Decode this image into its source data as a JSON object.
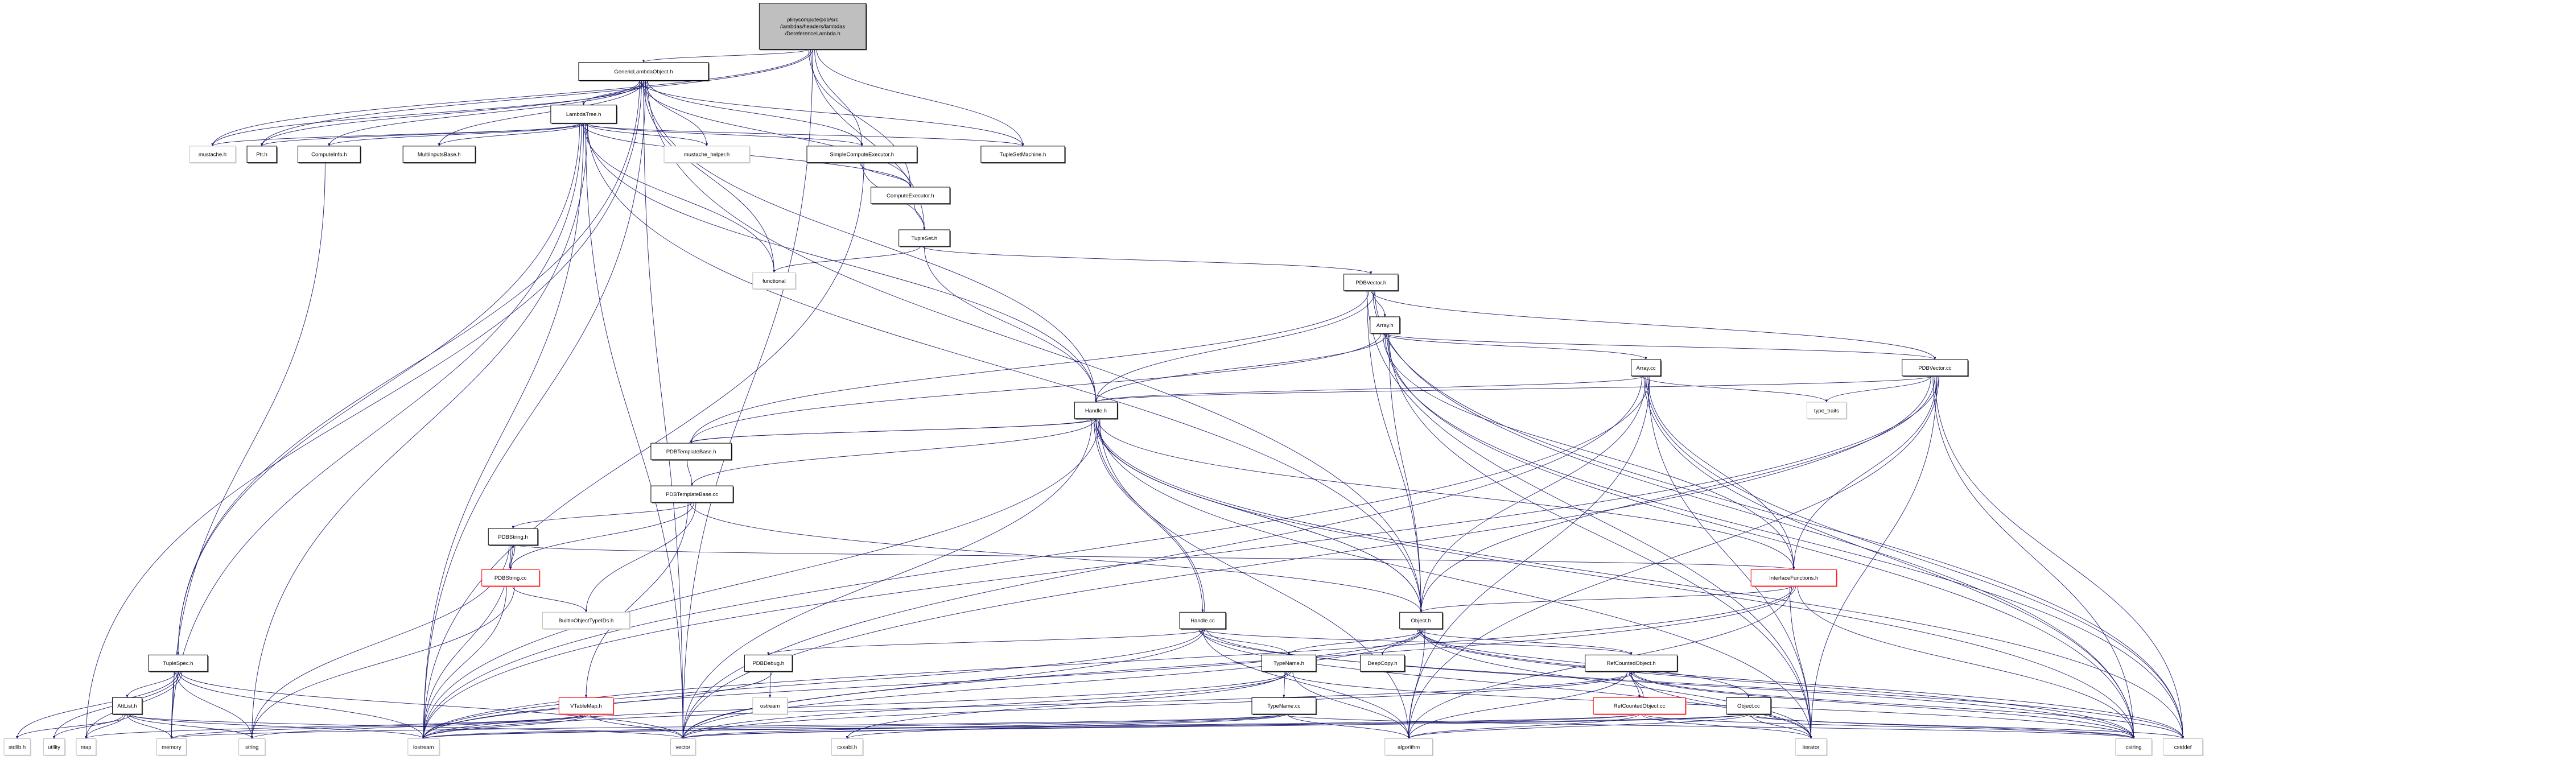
{
  "graph": {
    "title": "Include dependency graph for DereferenceLambda.h",
    "edge_color": "#191970",
    "nodes": [
      {
        "id": "root",
        "label": [
          "plinycompute/pdb/src",
          "/lambdas/headers/lambdas",
          "/DereferenceLambda.h"
        ],
        "style": "root"
      },
      {
        "id": "GenericLambdaObject",
        "label": [
          "GenericLambdaObject.h"
        ],
        "style": "normal"
      },
      {
        "id": "LambdaTree",
        "label": [
          "LambdaTree.h"
        ],
        "style": "normal"
      },
      {
        "id": "mustache",
        "label": [
          "mustache.h"
        ],
        "style": "external"
      },
      {
        "id": "Ptr",
        "label": [
          "Ptr.h"
        ],
        "style": "normal"
      },
      {
        "id": "ComputeInfo",
        "label": [
          "ComputeInfo.h"
        ],
        "style": "normal"
      },
      {
        "id": "MultiInputsBase",
        "label": [
          "MultiInputsBase.h"
        ],
        "style": "normal"
      },
      {
        "id": "mustache_helper",
        "label": [
          "mustache_helper.h"
        ],
        "style": "external"
      },
      {
        "id": "SimpleComputeExecutor",
        "label": [
          "SimpleComputeExecutor.h"
        ],
        "style": "normal"
      },
      {
        "id": "TupleSetMachine",
        "label": [
          "TupleSetMachine.h"
        ],
        "style": "normal"
      },
      {
        "id": "ComputeExecutor",
        "label": [
          "ComputeExecutor.h"
        ],
        "style": "normal"
      },
      {
        "id": "TupleSet",
        "label": [
          "TupleSet.h"
        ],
        "style": "normal"
      },
      {
        "id": "functional",
        "label": [
          "functional"
        ],
        "style": "external"
      },
      {
        "id": "PDBVectorH",
        "label": [
          "PDBVector.h"
        ],
        "style": "normal"
      },
      {
        "id": "ArrayH",
        "label": [
          "Array.h"
        ],
        "style": "normal"
      },
      {
        "id": "ArrayCC",
        "label": [
          "Array.cc"
        ],
        "style": "normal"
      },
      {
        "id": "PDBVectorCC",
        "label": [
          "PDBVector.cc"
        ],
        "style": "normal"
      },
      {
        "id": "type_traits",
        "label": [
          "type_traits"
        ],
        "style": "external"
      },
      {
        "id": "HandleH",
        "label": [
          "Handle.h"
        ],
        "style": "normal"
      },
      {
        "id": "PDBTemplateBaseH",
        "label": [
          "PDBTemplateBase.h"
        ],
        "style": "normal"
      },
      {
        "id": "PDBTemplateBaseCC",
        "label": [
          "PDBTemplateBase.cc"
        ],
        "style": "normal"
      },
      {
        "id": "PDBStringH",
        "label": [
          "PDBString.h"
        ],
        "style": "normal"
      },
      {
        "id": "PDBStringCC",
        "label": [
          "PDBString.cc"
        ],
        "style": "red"
      },
      {
        "id": "BuiltInObjectTypeIDs",
        "label": [
          "BuiltInObjectTypeIDs.h"
        ],
        "style": "external"
      },
      {
        "id": "InterfaceFunctions",
        "label": [
          "InterfaceFunctions.h"
        ],
        "style": "red"
      },
      {
        "id": "ObjectH",
        "label": [
          "Object.h"
        ],
        "style": "normal"
      },
      {
        "id": "HandleCC",
        "label": [
          "Handle.cc"
        ],
        "style": "normal"
      },
      {
        "id": "DeepCopy",
        "label": [
          "DeepCopy.h"
        ],
        "style": "normal"
      },
      {
        "id": "PDBDebug",
        "label": [
          "PDBDebug.h"
        ],
        "style": "normal"
      },
      {
        "id": "ostream",
        "label": [
          "ostream"
        ],
        "style": "external"
      },
      {
        "id": "TypeNameH",
        "label": [
          "TypeName.h"
        ],
        "style": "normal"
      },
      {
        "id": "RefCountedObjectH",
        "label": [
          "RefCountedObject.h"
        ],
        "style": "normal"
      },
      {
        "id": "TupleSpec",
        "label": [
          "TupleSpec.h"
        ],
        "style": "normal"
      },
      {
        "id": "AttList",
        "label": [
          "AttList.h"
        ],
        "style": "normal"
      },
      {
        "id": "VTableMap",
        "label": [
          "VTableMap.h"
        ],
        "style": "red"
      },
      {
        "id": "TypeNameCC",
        "label": [
          "TypeName.cc"
        ],
        "style": "normal"
      },
      {
        "id": "RefCountedObjectCC",
        "label": [
          "RefCountedObject.cc"
        ],
        "style": "red"
      },
      {
        "id": "ObjectCC",
        "label": [
          "Object.cc"
        ],
        "style": "normal"
      },
      {
        "id": "stdlib",
        "label": [
          "stdlib.h"
        ],
        "style": "external"
      },
      {
        "id": "utility",
        "label": [
          "utility"
        ],
        "style": "external"
      },
      {
        "id": "map",
        "label": [
          "map"
        ],
        "style": "external"
      },
      {
        "id": "memory",
        "label": [
          "memory"
        ],
        "style": "external"
      },
      {
        "id": "string",
        "label": [
          "string"
        ],
        "style": "external"
      },
      {
        "id": "iostream",
        "label": [
          "iostream"
        ],
        "style": "external"
      },
      {
        "id": "vector",
        "label": [
          "vector"
        ],
        "style": "external"
      },
      {
        "id": "cxxabi",
        "label": [
          "cxxabi.h"
        ],
        "style": "external"
      },
      {
        "id": "algorithm",
        "label": [
          "algorithm"
        ],
        "style": "external"
      },
      {
        "id": "iterator",
        "label": [
          "iterator"
        ],
        "style": "external"
      },
      {
        "id": "cstring",
        "label": [
          "cstring"
        ],
        "style": "external"
      },
      {
        "id": "cstddef",
        "label": [
          "cstddef"
        ],
        "style": "external"
      }
    ],
    "edges": [
      [
        "root",
        "GenericLambdaObject"
      ],
      [
        "root",
        "mustache"
      ],
      [
        "root",
        "Ptr"
      ],
      [
        "root",
        "SimpleComputeExecutor"
      ],
      [
        "root",
        "TupleSetMachine"
      ],
      [
        "root",
        "ComputeExecutor"
      ],
      [
        "root",
        "TupleSet"
      ],
      [
        "root",
        "vector"
      ],
      [
        "GenericLambdaObject",
        "LambdaTree"
      ],
      [
        "GenericLambdaObject",
        "mustache"
      ],
      [
        "GenericLambdaObject",
        "Ptr"
      ],
      [
        "GenericLambdaObject",
        "ComputeInfo"
      ],
      [
        "GenericLambdaObject",
        "MultiInputsBase"
      ],
      [
        "GenericLambdaObject",
        "mustache_helper"
      ],
      [
        "GenericLambdaObject",
        "SimpleComputeExecutor"
      ],
      [
        "GenericLambdaObject",
        "TupleSetMachine"
      ],
      [
        "GenericLambdaObject",
        "ComputeExecutor"
      ],
      [
        "GenericLambdaObject",
        "functional"
      ],
      [
        "GenericLambdaObject",
        "HandleH"
      ],
      [
        "GenericLambdaObject",
        "ObjectH"
      ],
      [
        "GenericLambdaObject",
        "TupleSpec"
      ],
      [
        "GenericLambdaObject",
        "map"
      ],
      [
        "GenericLambdaObject",
        "vector"
      ],
      [
        "GenericLambdaObject",
        "iostream"
      ],
      [
        "LambdaTree",
        "mustache"
      ],
      [
        "LambdaTree",
        "Ptr"
      ],
      [
        "LambdaTree",
        "ComputeInfo"
      ],
      [
        "LambdaTree",
        "MultiInputsBase"
      ],
      [
        "LambdaTree",
        "mustache_helper"
      ],
      [
        "LambdaTree",
        "SimpleComputeExecutor"
      ],
      [
        "LambdaTree",
        "TupleSetMachine"
      ],
      [
        "LambdaTree",
        "ComputeExecutor"
      ],
      [
        "LambdaTree",
        "functional"
      ],
      [
        "LambdaTree",
        "HandleH"
      ],
      [
        "LambdaTree",
        "ObjectH"
      ],
      [
        "LambdaTree",
        "TupleSpec"
      ],
      [
        "LambdaTree",
        "memory"
      ],
      [
        "LambdaTree",
        "iostream"
      ],
      [
        "LambdaTree",
        "vector"
      ],
      [
        "LambdaTree",
        "string"
      ],
      [
        "ComputeInfo",
        "memory"
      ],
      [
        "SimpleComputeExecutor",
        "ComputeExecutor"
      ],
      [
        "SimpleComputeExecutor",
        "TupleSet"
      ],
      [
        "SimpleComputeExecutor",
        "iostream"
      ],
      [
        "ComputeExecutor",
        "TupleSet"
      ],
      [
        "TupleSet",
        "functional"
      ],
      [
        "TupleSet",
        "PDBVectorH"
      ],
      [
        "TupleSet",
        "HandleH"
      ],
      [
        "PDBVectorH",
        "ArrayH"
      ],
      [
        "PDBVectorH",
        "HandleH"
      ],
      [
        "PDBVectorH",
        "ObjectH"
      ],
      [
        "PDBVectorH",
        "PDBTemplateBaseH"
      ],
      [
        "PDBVectorH",
        "PDBVectorCC"
      ],
      [
        "PDBVectorH",
        "cstddef"
      ],
      [
        "PDBVectorH",
        "cstring"
      ],
      [
        "PDBVectorH",
        "iterator"
      ],
      [
        "ArrayH",
        "ArrayCC"
      ],
      [
        "ArrayH",
        "PDBVectorCC"
      ],
      [
        "ArrayH",
        "HandleH"
      ],
      [
        "ArrayH",
        "ObjectH"
      ],
      [
        "ArrayH",
        "PDBTemplateBaseH"
      ],
      [
        "ArrayH",
        "InterfaceFunctions"
      ],
      [
        "ArrayH",
        "cstddef"
      ],
      [
        "ArrayH",
        "cstring"
      ],
      [
        "ArrayH",
        "iterator"
      ],
      [
        "ArrayCC",
        "type_traits"
      ],
      [
        "ArrayCC",
        "HandleH"
      ],
      [
        "ArrayCC",
        "ObjectH"
      ],
      [
        "ArrayCC",
        "InterfaceFunctions"
      ],
      [
        "ArrayCC",
        "iostream"
      ],
      [
        "ArrayCC",
        "vector"
      ],
      [
        "ArrayCC",
        "cstring"
      ],
      [
        "ArrayCC",
        "cstddef"
      ],
      [
        "ArrayCC",
        "iterator"
      ],
      [
        "ArrayCC",
        "algorithm"
      ],
      [
        "PDBVectorCC",
        "type_traits"
      ],
      [
        "PDBVectorCC",
        "HandleH"
      ],
      [
        "PDBVectorCC",
        "ObjectH"
      ],
      [
        "PDBVectorCC",
        "InterfaceFunctions"
      ],
      [
        "PDBVectorCC",
        "iostream"
      ],
      [
        "PDBVectorCC",
        "vector"
      ],
      [
        "PDBVectorCC",
        "cstring"
      ],
      [
        "PDBVectorCC",
        "cstddef"
      ],
      [
        "PDBVectorCC",
        "iterator"
      ],
      [
        "PDBVectorCC",
        "algorithm"
      ],
      [
        "HandleH",
        "PDBTemplateBaseH"
      ],
      [
        "HandleH",
        "HandleCC"
      ],
      [
        "HandleH",
        "ObjectH"
      ],
      [
        "HandleH",
        "InterfaceFunctions"
      ],
      [
        "HandleH",
        "iostream"
      ],
      [
        "HandleH",
        "vector"
      ],
      [
        "HandleH",
        "cstring"
      ],
      [
        "HandleH",
        "cstddef"
      ],
      [
        "HandleH",
        "iterator"
      ],
      [
        "HandleH",
        "algorithm"
      ],
      [
        "PDBTemplateBaseH",
        "PDBTemplateBaseCC"
      ],
      [
        "PDBTemplateBaseH",
        "HandleH"
      ],
      [
        "PDBTemplateBaseCC",
        "PDBStringH"
      ],
      [
        "PDBTemplateBaseCC",
        "PDBStringCC"
      ],
      [
        "PDBTemplateBaseCC",
        "BuiltInObjectTypeIDs"
      ],
      [
        "PDBTemplateBaseCC",
        "VTableMap"
      ],
      [
        "PDBTemplateBaseCC",
        "ObjectH"
      ],
      [
        "PDBTemplateBaseCC",
        "HandleH"
      ],
      [
        "PDBStringH",
        "PDBStringCC"
      ],
      [
        "PDBStringH",
        "InterfaceFunctions"
      ],
      [
        "PDBStringH",
        "string"
      ],
      [
        "PDBStringH",
        "iostream"
      ],
      [
        "PDBStringCC",
        "PDBStringH"
      ],
      [
        "PDBStringCC",
        "BuiltInObjectTypeIDs"
      ],
      [
        "PDBStringCC",
        "string"
      ],
      [
        "PDBStringCC",
        "iostream"
      ],
      [
        "InterfaceFunctions",
        "ObjectH"
      ],
      [
        "InterfaceFunctions",
        "iostream"
      ],
      [
        "InterfaceFunctions",
        "vector"
      ],
      [
        "InterfaceFunctions",
        "cstring"
      ],
      [
        "InterfaceFunctions",
        "iterator"
      ],
      [
        "InterfaceFunctions",
        "algorithm"
      ],
      [
        "ObjectH",
        "HandleH"
      ],
      [
        "ObjectH",
        "DeepCopy"
      ],
      [
        "ObjectH",
        "TypeNameH"
      ],
      [
        "ObjectH",
        "RefCountedObjectH"
      ],
      [
        "ObjectH",
        "ObjectCC"
      ],
      [
        "ObjectH",
        "iostream"
      ],
      [
        "ObjectH",
        "vector"
      ],
      [
        "ObjectH",
        "algorithm"
      ],
      [
        "ObjectH",
        "cstring"
      ],
      [
        "ObjectH",
        "cstddef"
      ],
      [
        "ObjectH",
        "iterator"
      ],
      [
        "HandleCC",
        "HandleH"
      ],
      [
        "HandleCC",
        "PDBDebug"
      ],
      [
        "HandleCC",
        "TypeNameH"
      ],
      [
        "HandleCC",
        "RefCountedObjectH"
      ],
      [
        "HandleCC",
        "iostream"
      ],
      [
        "HandleCC",
        "vector"
      ],
      [
        "HandleCC",
        "cstring"
      ],
      [
        "HandleCC",
        "cstddef"
      ],
      [
        "HandleCC",
        "iterator"
      ],
      [
        "HandleCC",
        "algorithm"
      ],
      [
        "PDBDebug",
        "ostream"
      ],
      [
        "PDBDebug",
        "iostream"
      ],
      [
        "TypeNameH",
        "TypeNameCC"
      ],
      [
        "TypeNameH",
        "cxxabi"
      ],
      [
        "TypeNameH",
        "iostream"
      ],
      [
        "TypeNameH",
        "vector"
      ],
      [
        "TypeNameH",
        "algorithm"
      ],
      [
        "TypeNameH",
        "cstring"
      ],
      [
        "TypeNameCC",
        "iostream"
      ],
      [
        "TypeNameCC",
        "vector"
      ],
      [
        "TypeNameCC",
        "cxxabi"
      ],
      [
        "TypeNameCC",
        "algorithm"
      ],
      [
        "TypeNameCC",
        "cstring"
      ],
      [
        "TypeNameCC",
        "memory"
      ],
      [
        "RefCountedObjectH",
        "RefCountedObjectCC"
      ],
      [
        "RefCountedObjectH",
        "iostream"
      ],
      [
        "RefCountedObjectH",
        "vector"
      ],
      [
        "RefCountedObjectH",
        "algorithm"
      ],
      [
        "RefCountedObjectH",
        "iterator"
      ],
      [
        "RefCountedObjectH",
        "cstring"
      ],
      [
        "RefCountedObjectH",
        "cstddef"
      ],
      [
        "RefCountedObjectCC",
        "RefCountedObjectH"
      ],
      [
        "RefCountedObjectCC",
        "iostream"
      ],
      [
        "RefCountedObjectCC",
        "vector"
      ],
      [
        "RefCountedObjectCC",
        "algorithm"
      ],
      [
        "RefCountedObjectCC",
        "iterator"
      ],
      [
        "RefCountedObjectCC",
        "cstring"
      ],
      [
        "ObjectCC",
        "iostream"
      ],
      [
        "ObjectCC",
        "vector"
      ],
      [
        "ObjectCC",
        "algorithm"
      ],
      [
        "ObjectCC",
        "iterator"
      ],
      [
        "ObjectCC",
        "cstring"
      ],
      [
        "ObjectCC",
        "cstddef"
      ],
      [
        "TupleSpec",
        "AttList"
      ],
      [
        "TupleSpec",
        "stdlib"
      ],
      [
        "TupleSpec",
        "utility"
      ],
      [
        "TupleSpec",
        "map"
      ],
      [
        "TupleSpec",
        "memory"
      ],
      [
        "TupleSpec",
        "string"
      ],
      [
        "TupleSpec",
        "iostream"
      ],
      [
        "TupleSpec",
        "vector"
      ],
      [
        "AttList",
        "stdlib"
      ],
      [
        "AttList",
        "utility"
      ],
      [
        "AttList",
        "map"
      ],
      [
        "AttList",
        "memory"
      ],
      [
        "AttList",
        "string"
      ],
      [
        "AttList",
        "iostream"
      ],
      [
        "AttList",
        "vector"
      ],
      [
        "VTableMap",
        "map"
      ],
      [
        "VTableMap",
        "string"
      ],
      [
        "VTableMap",
        "iostream"
      ],
      [
        "VTableMap",
        "vector"
      ],
      [
        "VTableMap",
        "memory"
      ]
    ]
  }
}
